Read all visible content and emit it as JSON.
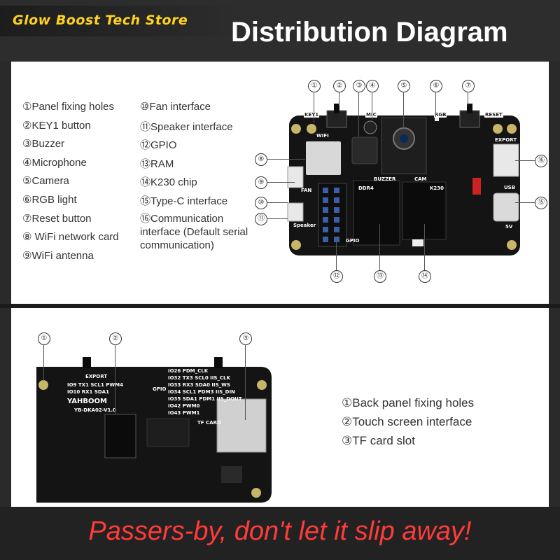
{
  "header": {
    "store_name": "Glow Boost Tech Store",
    "title": "Distribution Diagram"
  },
  "top_legend": {
    "col1": [
      "①Panel fixing holes",
      "②KEY1 button",
      "③Buzzer",
      "④Microphone",
      "⑤Camera",
      "⑥RGB light",
      "⑦Reset button",
      "⑧ WiFi network card",
      "⑨WiFi antenna"
    ],
    "col2": [
      "⑩Fan interface",
      "⑪Speaker interface",
      "⑫GPIO",
      "⑬RAM",
      "⑭K230 chip",
      "⑮Type-C interface"
    ],
    "col2_multiline": "⑯Communication interface (Default serial communication)"
  },
  "top_board": {
    "labels": {
      "key1": "KEY1",
      "mic": "MIC",
      "rgb": "RGB",
      "reset": "RESET",
      "wifi": "WIFI",
      "export": "EXPORT",
      "buzzer": "BUZZER",
      "cam": "CAM",
      "ddr4": "DDR4",
      "k230": "K230",
      "usb": "USB",
      "fan": "FAN",
      "speaker": "Speaker",
      "gpio": "GPIO",
      "five_v": "5V"
    },
    "callouts": [
      "①",
      "②",
      "③",
      "④",
      "⑤",
      "⑥",
      "⑦",
      "⑧",
      "⑨",
      "⑩",
      "⑪",
      "⑫",
      "⑬",
      "⑭",
      "⑮",
      "⑯"
    ]
  },
  "bottom_board": {
    "labels": {
      "export": "EXPORT",
      "brand": "YAHBOOM",
      "model": "YB-DKA02-V1.0",
      "gpio": "GPIO",
      "tf_card": "TF CARD"
    },
    "pin_rows": [
      "IO26 PDM_CLK",
      "IO32 TX3 SCL0 IIS_CLK",
      "IO33 RX3 SDA0 IIS_WS",
      "IO34 SCL1 PDM3 IIS_DIN",
      "IO35 SDA1 PDM1 IIS_DOUT",
      "IO42 PWM0",
      "IO43 PWM1"
    ],
    "export_rows": [
      "IO9 TX1 SCL1 PWM4",
      "IO10 RX1 SDA1"
    ],
    "callouts": [
      "①",
      "②",
      "③"
    ]
  },
  "bottom_legend": [
    "①Back panel fixing holes",
    "②Touch screen interface",
    "③TF card slot"
  ],
  "footer": {
    "slogan": "Passers-by, don't let it slip away!"
  },
  "colors": {
    "accent_yellow": "#ffd21f",
    "slogan_red": "#ff3b3b",
    "board_black": "#141414"
  }
}
